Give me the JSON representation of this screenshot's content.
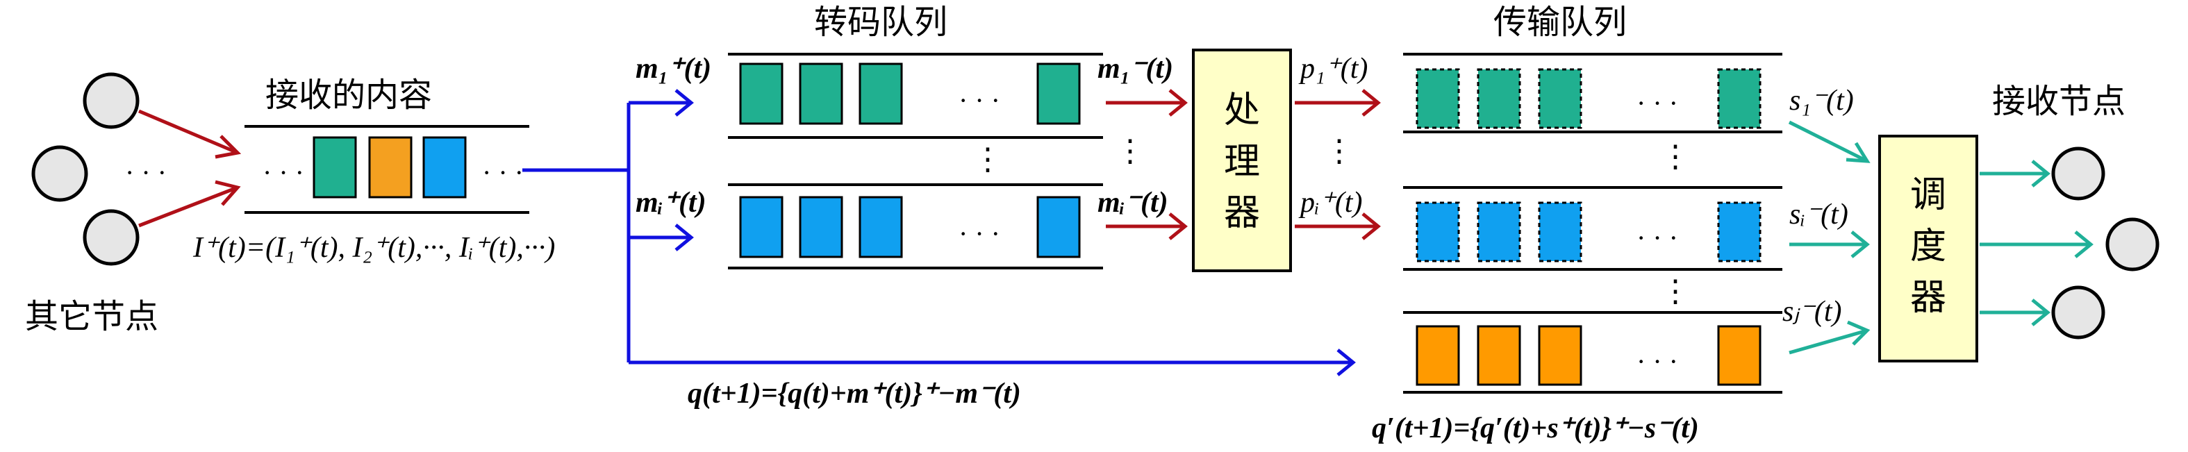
{
  "labels": {
    "other_nodes": "其它节点",
    "received_content": "接收的内容",
    "transcode_queue": "转码队列",
    "transmit_queue": "传输队列",
    "receive_nodes": "接收节点",
    "processor": [
      "处",
      "理",
      "器"
    ],
    "scheduler": [
      "调",
      "度",
      "器"
    ],
    "ellipsis_h": "· · ·",
    "ellipsis_v": "⋮"
  },
  "formulas": {
    "input_vector": "I⁺(t)=(I₁⁺(t), I₂⁺(t),···, Iᵢ⁺(t),···)",
    "m1_plus": "m₁⁺(t)",
    "mi_plus": "mᵢ⁺(t)",
    "m1_minus": "m₁⁻(t)",
    "mi_minus": "mᵢ⁻(t)",
    "p1_plus": "p₁⁺(t)",
    "pi_plus": "pᵢ⁺(t)",
    "s1_minus": "s₁⁻(t)",
    "si_minus": "sᵢ⁻(t)",
    "sj_minus": "sⱼ⁻(t)",
    "q_update": "q(t+1)={q(t)+m⁺(t)}⁺−m⁻(t)",
    "q_prime_update": "q′(t+1)={q′(t)+s⁺(t)}⁺−s⁻(t)"
  },
  "colors": {
    "green": "#20b090",
    "orange": "#f4a020",
    "blue": "#10a0f0",
    "queue_orange": "#ff9a00",
    "dark_red": "#b01018",
    "arrow_blue": "#1010e0",
    "arrow_teal": "#20b098",
    "box_fill": "#ffffc8",
    "node_fill": "#e6e6e6"
  }
}
